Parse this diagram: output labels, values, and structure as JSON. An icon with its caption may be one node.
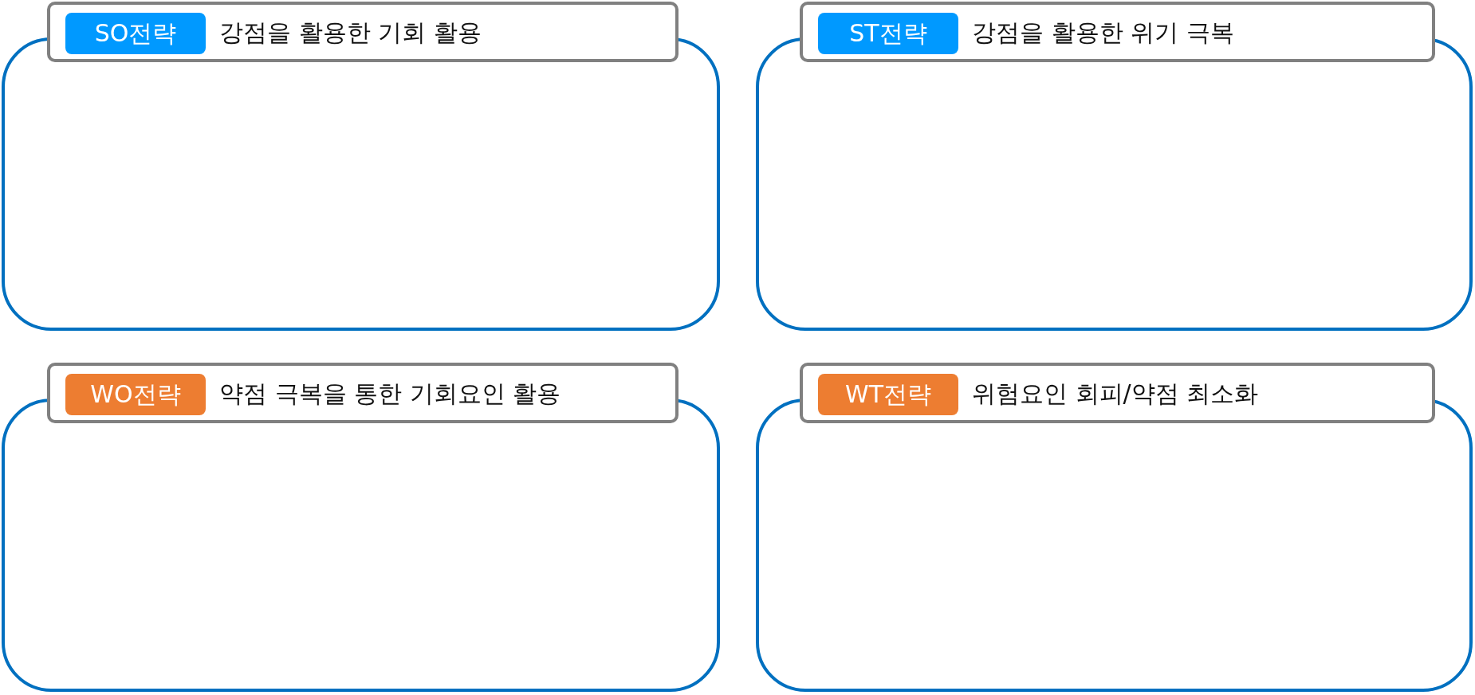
{
  "diagram": {
    "nodes": [
      {
        "text": [],
        "shape": "box"
      },
      {
        "text": [
          "강점을 활용한 기회 활용"
        ],
        "in": 0
      },
      {
        "text": [
          "SO전략"
        ],
        "in": 1
      },
      {
        "text": [],
        "shape": "box"
      },
      {
        "text": [
          "강점을 활용한 위기 극복"
        ],
        "in": 3
      },
      {
        "text": [
          "ST전략"
        ],
        "in": 4
      },
      {
        "text": [],
        "shape": "box"
      },
      {
        "text": [
          "약점 극복을 통한 기회요인 활용"
        ],
        "in": 6
      },
      {
        "text": [
          "WO전략"
        ],
        "in": 7
      },
      {
        "text": [],
        "shape": "box"
      },
      {
        "text": [
          "위험요인 회피/약점 최소화"
        ],
        "in": 9
      },
      {
        "text": [
          "WT전략"
        ],
        "in": 10
      }
    ]
  }
}
